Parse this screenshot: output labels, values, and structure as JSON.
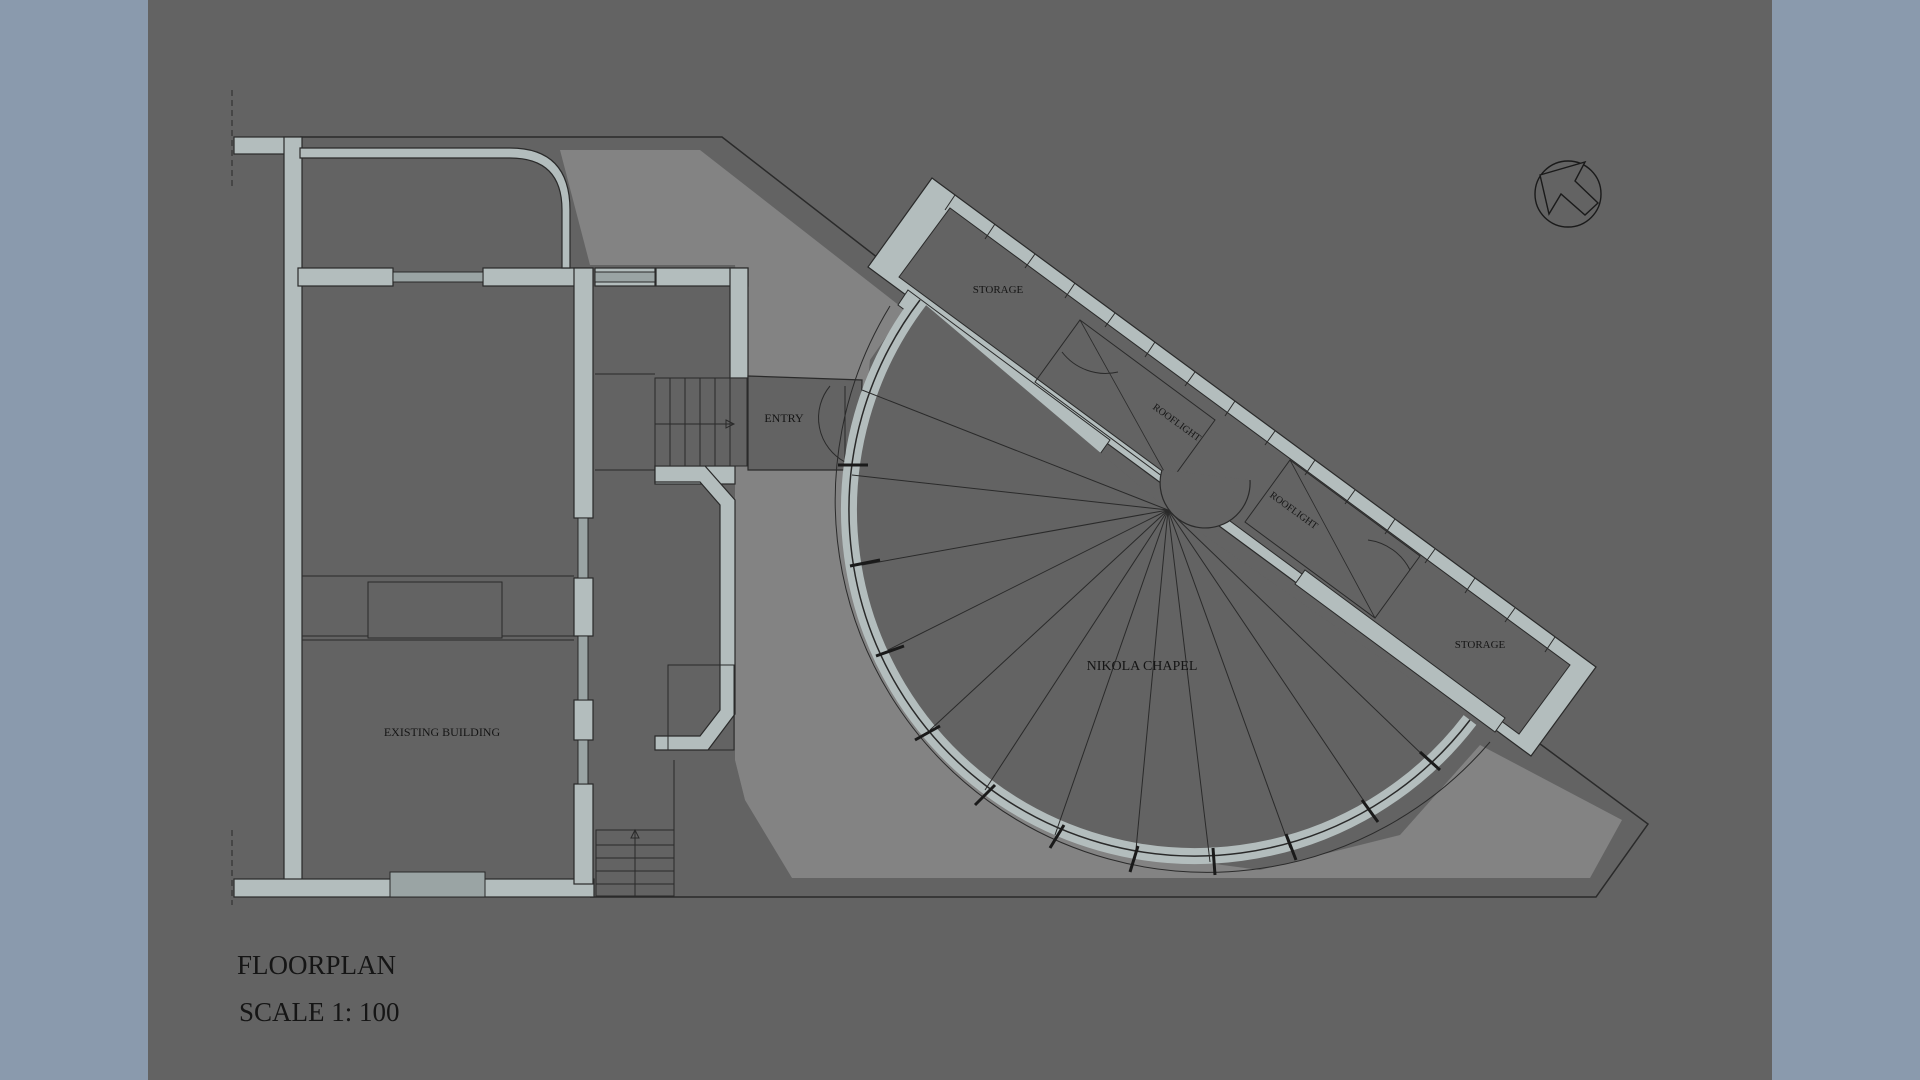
{
  "drawing": {
    "title": "FLOORPLAN",
    "scale": "SCALE 1: 100"
  },
  "rooms": {
    "existing_building": "EXISTING BUILDING",
    "entry": "ENTRY",
    "nikola_chapel": "NIKOLA CHAPEL",
    "storage_top": "STORAGE",
    "storage_bottom": "STORAGE",
    "rooflight_top": "ROOFLIGHT",
    "rooflight_bottom": "ROOFLIGHT"
  },
  "colors": {
    "side_margin": "#8a9aad",
    "sheet_background": "#636363",
    "courtyard": "#838383",
    "wall_fill": "#b3bdbd",
    "linework": "#2a2a2a"
  },
  "icons": [
    "north-arrow-icon",
    "stair-up-arrow-icon",
    "door-swing-icon"
  ]
}
